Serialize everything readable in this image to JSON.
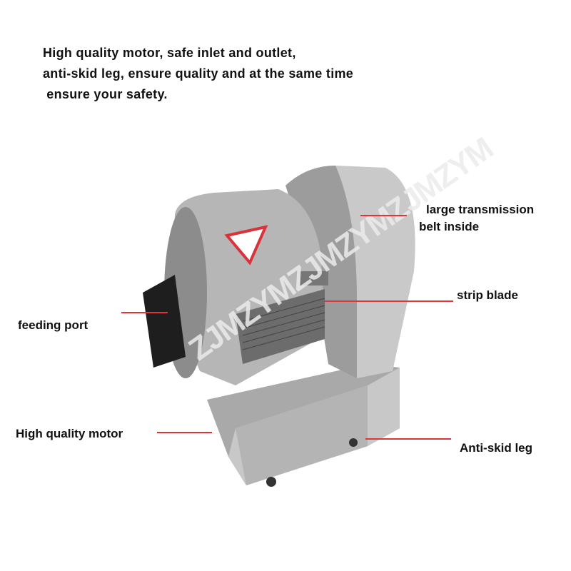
{
  "header": {
    "lines": [
      "High quality motor, safe inlet and outlet,",
      "anti-skid leg, ensure quality and at the same time",
      " ensure your safety."
    ]
  },
  "callouts": {
    "transmission_line1": "large transmission",
    "transmission_line2": "belt inside",
    "strip_blade": "strip blade",
    "feeding_port": "feeding port",
    "motor": "High quality motor",
    "leg": "Anti-skid leg"
  },
  "watermark": "ZJMZYMZJMZYMZJMZYM",
  "colors": {
    "callout_line": "#e0343b",
    "warning_label": "#d8333a"
  }
}
